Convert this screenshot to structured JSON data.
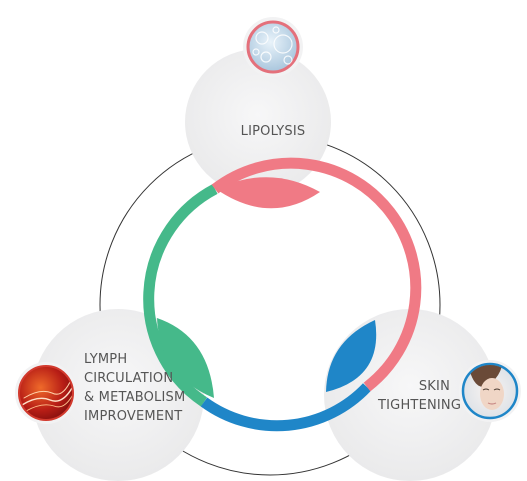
{
  "nodes": {
    "lipolysis": {
      "lines": [
        "LIPOLYSIS"
      ],
      "icon": "bubbles-icon",
      "ring_color": "#f07a85"
    },
    "skin": {
      "lines": [
        "SKIN",
        "TIGHTENING"
      ],
      "icon": "face-icon",
      "ring_color": "#1f86c8"
    },
    "lymph": {
      "lines": [
        "LYMPH",
        "CIRCULATION",
        "& METABOLISM",
        "IMPROVEMENT"
      ],
      "icon": "flow-waves-icon",
      "ring_color": "#cc2a1e"
    }
  },
  "colors": {
    "pink": "#f07a85",
    "blue": "#1f86c8",
    "green": "#45b98a",
    "node_bg": "#efeff0",
    "outer_circle": "#333333"
  }
}
